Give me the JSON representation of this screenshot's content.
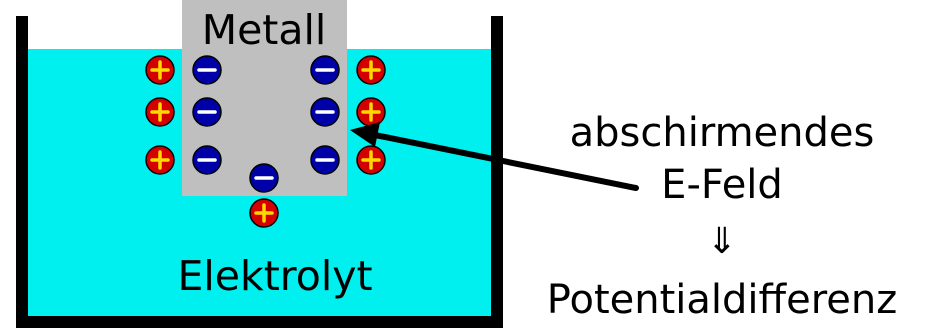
{
  "labels": {
    "metal": "Metall",
    "electrolyte": "Elektrolyt",
    "field_line1": "abschirmendes",
    "field_line2": "E-Feld",
    "implies": "⇓",
    "result": "Potentialdifferenz"
  },
  "colors": {
    "electrolyte": "#00f0f0",
    "metal": "#bfbfbf",
    "beaker": "#000000",
    "positive_ion": "#d40000",
    "negative_charge": "#0000a8"
  },
  "icons": {
    "positive": "plus-ion-icon",
    "negative": "minus-charge-icon"
  }
}
